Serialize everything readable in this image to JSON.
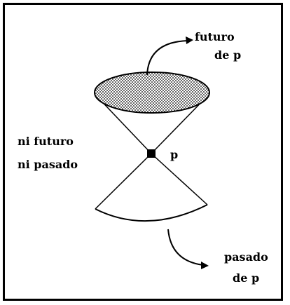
{
  "labels": {
    "future_line1": "futuro",
    "future_line2": "de p",
    "neither_line1": "ni futuro",
    "neither_line2": "ni pasado",
    "point": "p",
    "past_line1": "pasado",
    "past_line2": "de p"
  }
}
